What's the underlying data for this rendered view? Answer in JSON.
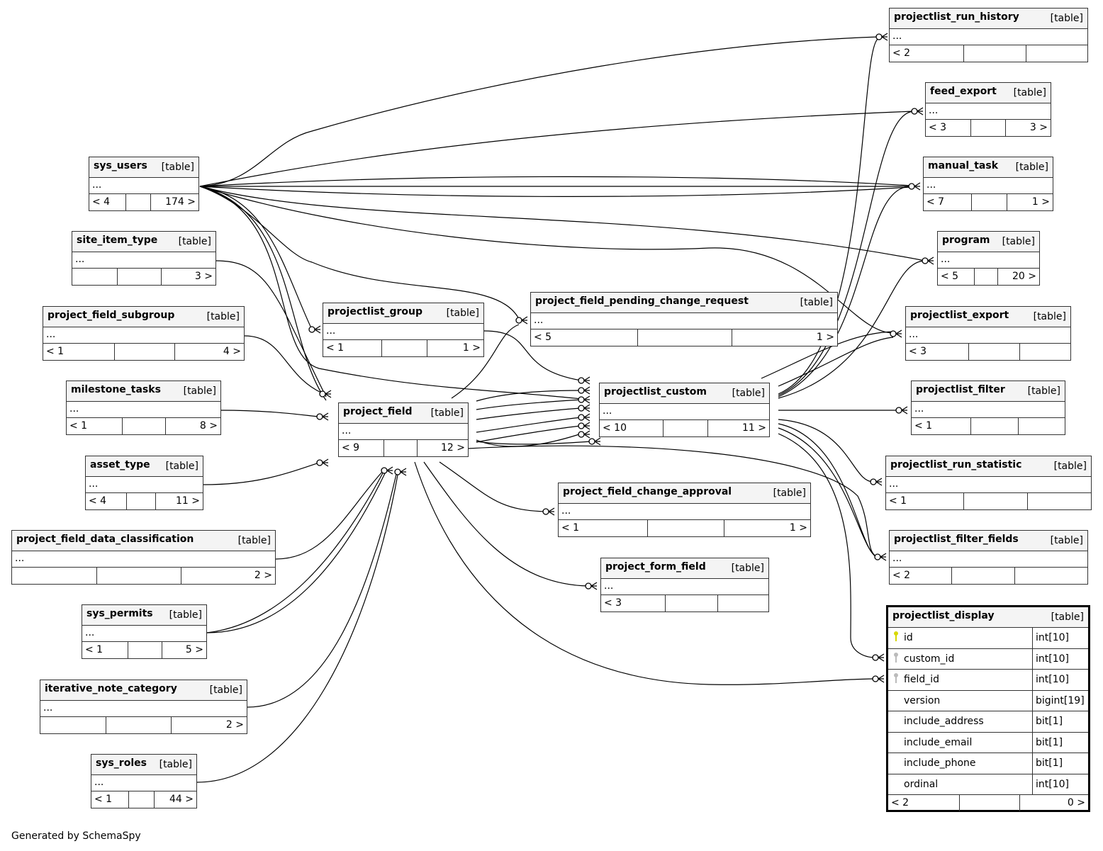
{
  "diagram": {
    "type_label": "[table]",
    "columns_placeholder": "...",
    "tables": [
      {
        "id": "projectlist_run_history",
        "name": "projectlist_run_history",
        "parents": "< 2",
        "children": ""
      },
      {
        "id": "feed_export",
        "name": "feed_export",
        "parents": "< 3",
        "children": "3 >"
      },
      {
        "id": "sys_users",
        "name": "sys_users",
        "parents": "< 4",
        "children": "174 >"
      },
      {
        "id": "manual_task",
        "name": "manual_task",
        "parents": "< 7",
        "children": "1 >"
      },
      {
        "id": "site_item_type",
        "name": "site_item_type",
        "parents": "",
        "children": "3 >"
      },
      {
        "id": "program",
        "name": "program",
        "parents": "< 5",
        "children": "20 >"
      },
      {
        "id": "project_field_subgroup",
        "name": "project_field_subgroup",
        "parents": "< 1",
        "children": "4 >"
      },
      {
        "id": "projectlist_group",
        "name": "projectlist_group",
        "parents": "< 1",
        "children": "1 >"
      },
      {
        "id": "project_field_pending_change_request",
        "name": "project_field_pending_change_request",
        "parents": "< 5",
        "children": "1 >"
      },
      {
        "id": "projectlist_export",
        "name": "projectlist_export",
        "parents": "< 3",
        "children": ""
      },
      {
        "id": "milestone_tasks",
        "name": "milestone_tasks",
        "parents": "< 1",
        "children": "8 >"
      },
      {
        "id": "projectlist_custom",
        "name": "projectlist_custom",
        "parents": "< 10",
        "children": "11 >"
      },
      {
        "id": "projectlist_filter",
        "name": "projectlist_filter",
        "parents": "< 1",
        "children": ""
      },
      {
        "id": "project_field",
        "name": "project_field",
        "parents": "< 9",
        "children": "12 >"
      },
      {
        "id": "asset_type",
        "name": "asset_type",
        "parents": "< 4",
        "children": "11 >"
      },
      {
        "id": "projectlist_run_statistic",
        "name": "projectlist_run_statistic",
        "parents": "< 1",
        "children": ""
      },
      {
        "id": "project_field_change_approval",
        "name": "project_field_change_approval",
        "parents": "< 1",
        "children": "1 >"
      },
      {
        "id": "project_field_data_classification",
        "name": "project_field_data_classification",
        "parents": "",
        "children": "2 >"
      },
      {
        "id": "projectlist_filter_fields",
        "name": "projectlist_filter_fields",
        "parents": "< 2",
        "children": ""
      },
      {
        "id": "project_form_field",
        "name": "project_form_field",
        "parents": "< 3",
        "children": ""
      },
      {
        "id": "sys_permits",
        "name": "sys_permits",
        "parents": "< 1",
        "children": "5 >"
      },
      {
        "id": "iterative_note_category",
        "name": "iterative_note_category",
        "parents": "",
        "children": "2 >"
      },
      {
        "id": "sys_roles",
        "name": "sys_roles",
        "parents": "< 1",
        "children": "44 >"
      }
    ],
    "focus_table": {
      "name": "projectlist_display",
      "type": "[table]",
      "fields": [
        {
          "name": "id",
          "type": "int[10]",
          "key": "primary-key"
        },
        {
          "name": "custom_id",
          "type": "int[10]",
          "key": "foreign-key"
        },
        {
          "name": "field_id",
          "type": "int[10]",
          "key": "foreign-key"
        },
        {
          "name": "version",
          "type": "bigint[19]",
          "key": ""
        },
        {
          "name": "include_address",
          "type": "bit[1]",
          "key": ""
        },
        {
          "name": "include_email",
          "type": "bit[1]",
          "key": ""
        },
        {
          "name": "include_phone",
          "type": "bit[1]",
          "key": ""
        },
        {
          "name": "ordinal",
          "type": "int[10]",
          "key": ""
        }
      ],
      "parents": "< 2",
      "children": "0 >"
    },
    "relationships": [
      [
        "sys_users",
        "projectlist_run_history"
      ],
      [
        "sys_users",
        "feed_export"
      ],
      [
        "sys_users",
        "manual_task"
      ],
      [
        "sys_users",
        "manual_task"
      ],
      [
        "sys_users",
        "manual_task"
      ],
      [
        "sys_users",
        "program"
      ],
      [
        "sys_users",
        "projectlist_export"
      ],
      [
        "sys_users",
        "project_field_pending_change_request"
      ],
      [
        "sys_users",
        "projectlist_group"
      ],
      [
        "sys_users",
        "project_field"
      ],
      [
        "sys_users",
        "projectlist_custom"
      ],
      [
        "site_item_type",
        "project_field"
      ],
      [
        "project_field_subgroup",
        "project_field"
      ],
      [
        "milestone_tasks",
        "project_field"
      ],
      [
        "asset_type",
        "project_field"
      ],
      [
        "project_field_data_classification",
        "project_field"
      ],
      [
        "sys_permits",
        "project_field"
      ],
      [
        "iterative_note_category",
        "project_field"
      ],
      [
        "sys_roles",
        "project_field"
      ],
      [
        "projectlist_group",
        "projectlist_custom"
      ],
      [
        "project_field",
        "projectlist_custom"
      ],
      [
        "project_field",
        "project_field_pending_change_request"
      ],
      [
        "project_field",
        "project_field_change_approval"
      ],
      [
        "project_field",
        "project_form_field"
      ],
      [
        "project_field",
        "projectlist_display"
      ],
      [
        "projectlist_custom",
        "projectlist_run_history"
      ],
      [
        "projectlist_custom",
        "feed_export"
      ],
      [
        "projectlist_custom",
        "manual_task"
      ],
      [
        "projectlist_custom",
        "program"
      ],
      [
        "projectlist_custom",
        "projectlist_export"
      ],
      [
        "projectlist_custom",
        "projectlist_filter"
      ],
      [
        "projectlist_custom",
        "projectlist_run_statistic"
      ],
      [
        "projectlist_custom",
        "projectlist_filter_fields"
      ],
      [
        "projectlist_custom",
        "projectlist_display"
      ]
    ]
  },
  "footer": {
    "credit": "Generated by SchemaSpy"
  }
}
